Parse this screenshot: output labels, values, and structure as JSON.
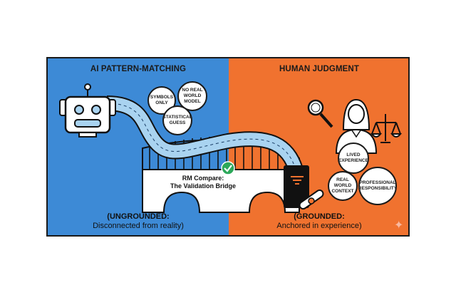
{
  "left": {
    "title": "AI PATTERN-MATCHING",
    "bubbles": [
      "SYMBOLS ONLY",
      "NO REAL WORLD MODEL",
      "STATISTICAL GUESS"
    ],
    "caption_bold": "(UNGROUNDED:",
    "caption_text": "Disconnected from reality)",
    "color": "#3d8ad6"
  },
  "right": {
    "title": "HUMAN JUDGMENT",
    "bubbles": [
      "LIVED EXPERIENCE",
      "REAL WORLD CONTEXT",
      "PROFESSIONAL RESPONSIBILITY"
    ],
    "caption_bold": "(GROUNDED:",
    "caption_text": "Anchored in experience)",
    "color": "#f0722f"
  },
  "bridge": {
    "line1": "RM Compare:",
    "line2": "The Validation Bridge"
  },
  "icons": {
    "robot": "robot-icon",
    "person": "human-judge-icon",
    "magnifier": "magnifying-glass-icon",
    "scales": "scales-icon",
    "check": "check-circle-icon",
    "book": "book-icon",
    "diploma": "diploma-scroll-icon",
    "sparkle": "sparkle-icon"
  }
}
